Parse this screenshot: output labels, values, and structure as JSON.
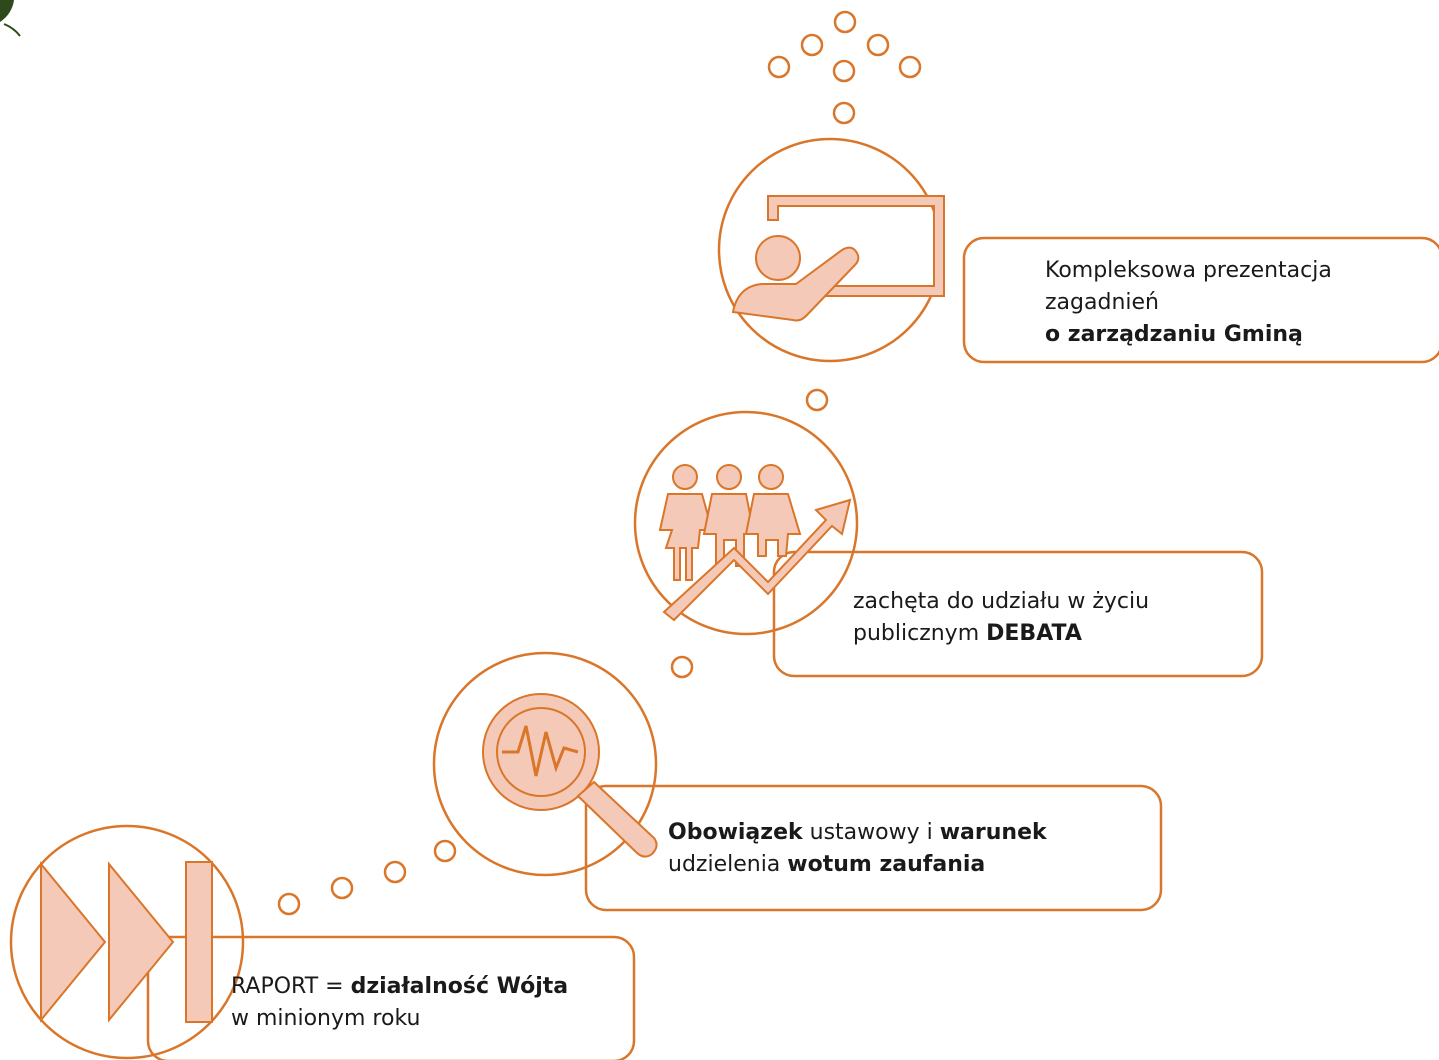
{
  "colors": {
    "stroke": "#d9762a",
    "fill": "#f5c9b8",
    "text": "#1a1a1a",
    "logo": "#2e4a1c"
  },
  "steps": [
    {
      "icon": "fast-forward-end-icon",
      "segments": [
        {
          "text": "RAPORT = ",
          "bold": false
        },
        {
          "text": "działalność Wójta",
          "bold": true
        },
        {
          "text": "\n",
          "bold": false
        },
        {
          "text": "w minionym roku",
          "bold": false
        }
      ]
    },
    {
      "icon": "magnifier-pulse-icon",
      "segments": [
        {
          "text": "Obowiązek",
          "bold": true
        },
        {
          "text": " ustawowy i ",
          "bold": false
        },
        {
          "text": "warunek",
          "bold": true
        },
        {
          "text": "\n",
          "bold": false
        },
        {
          "text": "udzielenia ",
          "bold": false
        },
        {
          "text": "wotum zaufania",
          "bold": true
        }
      ]
    },
    {
      "icon": "people-growth-icon",
      "segments": [
        {
          "text": "zachęta do udziału w życiu",
          "bold": false
        },
        {
          "text": "\n",
          "bold": false
        },
        {
          "text": "publicznym ",
          "bold": false
        },
        {
          "text": "DEBATA",
          "bold": true
        }
      ]
    },
    {
      "icon": "presentation-icon",
      "segments": [
        {
          "text": "Kompleksowa prezentacja",
          "bold": false
        },
        {
          "text": "\n",
          "bold": false
        },
        {
          "text": "zagadnień",
          "bold": false
        },
        {
          "text": "\n",
          "bold": false
        },
        {
          "text": "o zarządzaniu Gminą",
          "bold": true
        }
      ]
    }
  ]
}
